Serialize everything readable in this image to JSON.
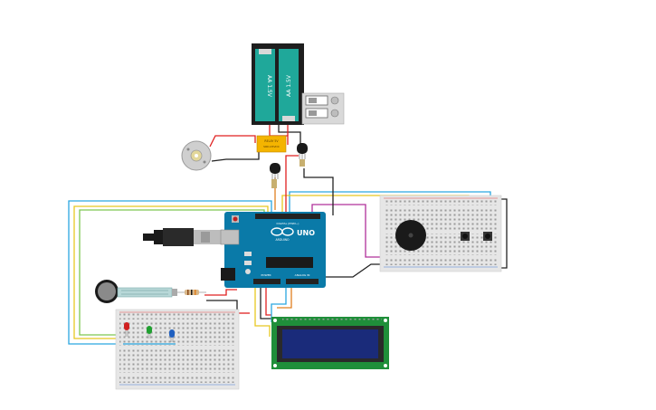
{
  "battery": {
    "cell1_label": "AA 1.5V",
    "cell2_label": "AA 1.5V"
  },
  "relay": {
    "label_line1": "RELAY 5V",
    "label_line2": "SRD-05VDC"
  },
  "arduino": {
    "brand": "ARDUINO",
    "model": "UNO",
    "digital_label": "DIGITAL (PWM~)",
    "analog_label": "ANALOG IN",
    "power_label": "POWER"
  },
  "colors": {
    "arduino_board": "#0a7aa8",
    "breadboard": "#e6e6e6",
    "lcd_pcb": "#1f8f3a",
    "lcd_screen": "#1a2b7a",
    "battery_cell": "#1fa89a",
    "relay": "#f4b400",
    "wire_red": "#e02020",
    "wire_black": "#222222",
    "wire_blue": "#2aa6e0",
    "wire_yellow": "#e8c820",
    "wire_green": "#7ec850",
    "wire_magenta": "#b0309a",
    "wire_orange": "#e08020"
  },
  "icons": [
    "dc-motor-icon",
    "usb-cable-icon",
    "piezo-buzzer-icon",
    "pushbutton-icon",
    "force-sensor-icon",
    "led-icon",
    "transistor-icon",
    "switch-icon"
  ]
}
